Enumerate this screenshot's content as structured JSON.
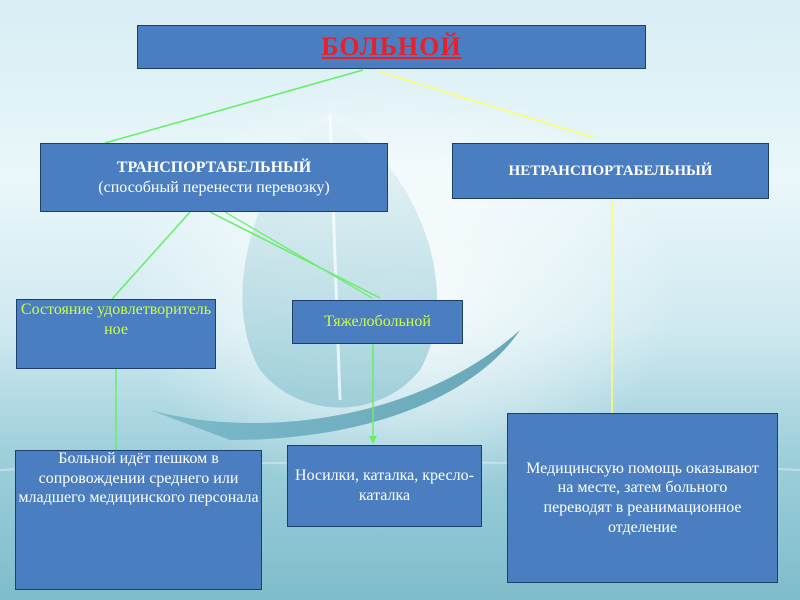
{
  "diagram": {
    "root": {
      "label": "БОЛЬНОЙ"
    },
    "transportable": {
      "title": "ТРАНСПОРТАБЕЛЬНЫЙ",
      "subtitle": "(способный перенести перевозку)"
    },
    "non_transportable": {
      "label": "НЕТРАНСПОРТАБЕЛЬНЫЙ"
    },
    "state_satisfactory": {
      "label": "Состояние удовлетворительное"
    },
    "severe": {
      "label": "Тяжелобольной"
    },
    "walk": {
      "label": "Больной идёт пешком в сопровождении среднего или младшего медицинского персонала"
    },
    "stretcher": {
      "label": "Носилки, каталка, кресло-каталка"
    },
    "on_site": {
      "label": "Медицинскую помощь оказывают на месте, затем больного переводят в реанимационное отделение"
    }
  },
  "colors": {
    "box_fill": "#4a7ec0",
    "box_border": "#1f3f6b",
    "root_text": "#e8202a",
    "highlight_text": "#ccff44",
    "connector_green": "#66ee66",
    "connector_yellow": "#ffff66"
  }
}
